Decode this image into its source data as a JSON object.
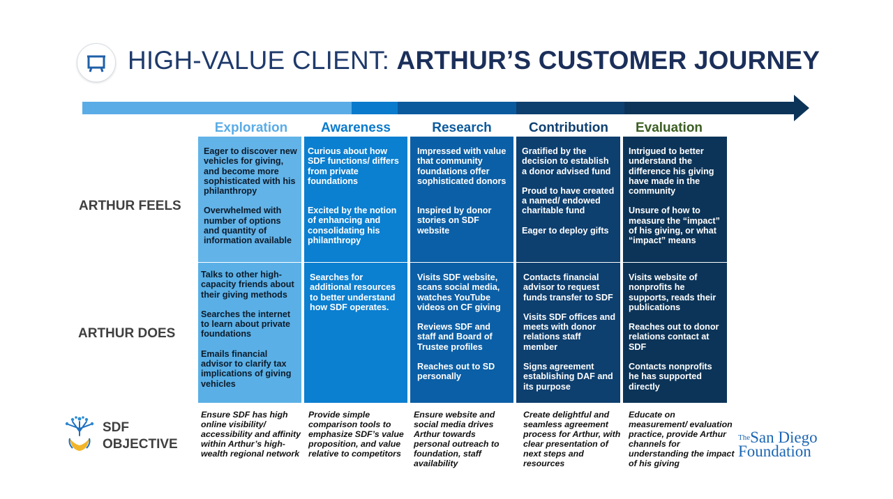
{
  "title": {
    "prefix": "HIGH-VALUE CLIENT: ",
    "emphasis": "ARTHUR’S CUSTOMER JOURNEY",
    "icon": "presentation-board-icon"
  },
  "row_labels": {
    "feels": "ARTHUR FEELS",
    "does": "ARTHUR DOES",
    "objective_line1": "SDF",
    "objective_line2": "OBJECTIVE"
  },
  "stages": [
    {
      "name": "Exploration",
      "label_color": "#5aace6",
      "feels_bg": "#62b3e8",
      "does_bg": "#5ab0e6",
      "text_color": "#0d1b2a",
      "feels": [
        "Eager to discover new vehicles for giving, and become more sophisticated with his philanthropy",
        "Overwhelmed with number of options and quantity of information available"
      ],
      "does": [
        "Talks to other high-capacity friends about their giving methods",
        "Searches the internet to learn about private foundations",
        "Emails financial advisor to clarify tax implications of giving vehicles"
      ],
      "objective": "Ensure SDF has high online visibility/ accessibility and affinity within Arthur’s high-wealth regional network"
    },
    {
      "name": "Awareness",
      "label_color": "#0a7acc",
      "feels_bg": "#0b7fd0",
      "does_bg": "#0b7fd0",
      "text_color": "#ffffff",
      "feels": [
        "Curious about how SDF functions/ differs from private foundations",
        "Excited by the notion of enhancing and consolidating his philanthropy"
      ],
      "does": [
        "Searches for additional resources to better understand how SDF operates."
      ],
      "objective": "Provide simple comparison tools to emphasize SDF’s value proposition, and value relative to competitors"
    },
    {
      "name": "Research",
      "label_color": "#0b5a9e",
      "feels_bg": "#0b5fa6",
      "does_bg": "#0b5fa6",
      "text_color": "#ffffff",
      "feels": [
        "Impressed with value that community foundations offer sophisticated donors",
        "Inspired by donor stories on SDF website"
      ],
      "does": [
        "Visits SDF website, scans social media, watches YouTube videos on CF giving",
        "Reviews SDF and staff and Board of Trustee profiles",
        "Reaches out to SD personally"
      ],
      "objective": "Ensure website and social media drives Arthur towards personal outreach to foundation, staff availability"
    },
    {
      "name": "Contribution",
      "label_color": "#0e3f70",
      "feels_bg": "#0d3f6f",
      "does_bg": "#0d3f6f",
      "text_color": "#ffffff",
      "feels": [
        "Gratified by the decision to establish a donor advised fund",
        "Proud to have created a named/ endowed charitable fund",
        "Eager to deploy gifts"
      ],
      "does": [
        "Contacts financial advisor to request funds transfer to SDF",
        "Visits SDF offices and meets with donor relations staff member",
        "Signs agreement establishing DAF and its purpose"
      ],
      "objective": "Create delightful and seamless agreement process for Arthur, with clear presentation of next steps and resources"
    },
    {
      "name": "Evaluation",
      "label_color": "#3b5e22",
      "feels_bg": "#0c3458",
      "does_bg": "#0c3458",
      "text_color": "#ffffff",
      "feels": [
        "Intrigued to better understand the difference his giving have made in the community",
        "Unsure of how to measure the “impact” of his giving, or what “impact” means"
      ],
      "does": [
        "Visits website of nonprofits he supports, reads their publications",
        "Reaches out to donor relations contact at SDF",
        "Contacts nonprofits he has supported directly"
      ],
      "objective": "Educate on measurement/ evaluation practice, provide Arthur channels for understanding the impact of his giving"
    }
  ],
  "arrow_colors": [
    "#5aace6",
    "#0a7acc",
    "#0b5a9e",
    "#0d3f6f",
    "#0c3458"
  ],
  "foundation_logo": {
    "the": "The",
    "line1": "San Diego",
    "line2": "Foundation",
    "color": "#1b66b3"
  }
}
